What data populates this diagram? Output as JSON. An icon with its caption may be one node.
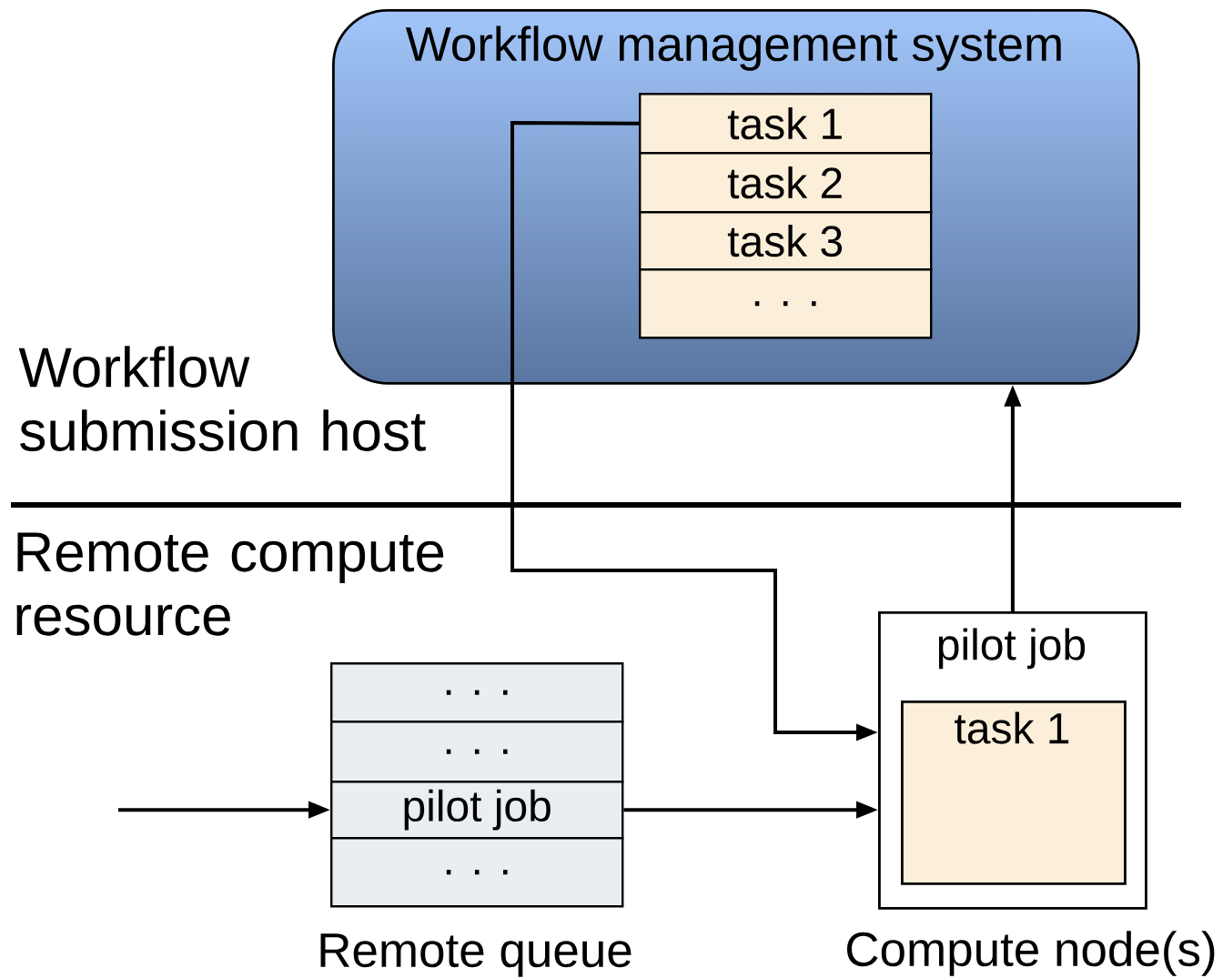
{
  "diagram": {
    "nodes": [
      {
        "text": [
          "Workflow management system"
        ]
      },
      {
        "text": [
          "task 1"
        ],
        "in": 0
      },
      {
        "text": [
          "task 2"
        ],
        "in": 0
      },
      {
        "text": [
          "task 3"
        ],
        "in": 0
      },
      {
        "text": [
          ". . ."
        ],
        "in": 0
      },
      {
        "text": [
          ". . ."
        ]
      },
      {
        "text": [
          ". . ."
        ]
      },
      {
        "text": [
          "pilot job"
        ]
      },
      {
        "text": [
          ". . ."
        ]
      },
      {
        "text": [
          "pilot job"
        ],
        "beside": [
          "Compute node(s)"
        ]
      },
      {
        "text": [
          "task 1"
        ],
        "in": 9
      }
    ],
    "edges": [
      {
        "from": null,
        "to": 7,
        "arrow": "to"
      },
      {
        "from": 7,
        "to": 9,
        "arrow": "to"
      },
      {
        "from": 1,
        "to": 9,
        "arrow": "to"
      },
      {
        "from": 9,
        "to": 0,
        "arrow": "to"
      }
    ],
    "labels": [
      "Workflow submission host",
      "Remote compute resource",
      "Remote queue"
    ]
  }
}
